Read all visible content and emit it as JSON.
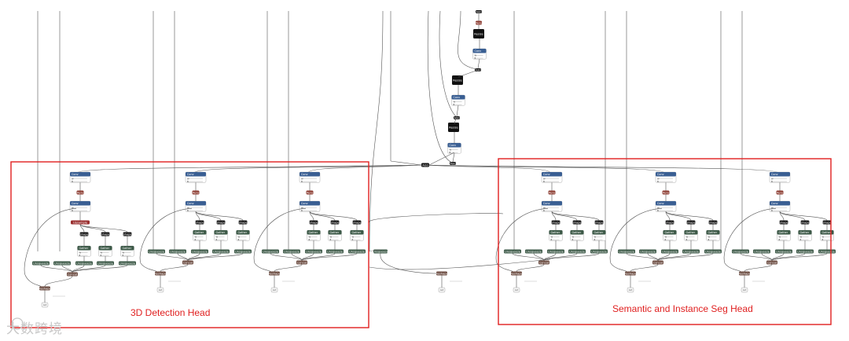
{
  "annotations": {
    "detection_head": "3D Detection Head",
    "segmentation_head": "Semantic and Instance Seg Head"
  },
  "watermark": "大数跨境",
  "colors": {
    "conv": "#3a5f93",
    "relu": "#8b3a2f",
    "black_op": "#111111",
    "gather": "#3d5a48",
    "unsqueeze": "#3d5a48",
    "concat": "#6b4b40",
    "reshape": "#6b4b40",
    "upsample": "#9a2f2f",
    "annotation_box": "#e02020",
    "edge": "#555555"
  },
  "node_labels": {
    "conv": "Conv",
    "relu": "Relu",
    "resize": "Resize",
    "add": "Add",
    "shape": "Shape",
    "gather": "Gather",
    "unsqueeze": "Unsqueeze",
    "concat": "Concat",
    "reshape": "Reshape",
    "upsample": "Upsample",
    "output": "out",
    "conv_detail_w": "W",
    "conv_detail_b": "B"
  }
}
